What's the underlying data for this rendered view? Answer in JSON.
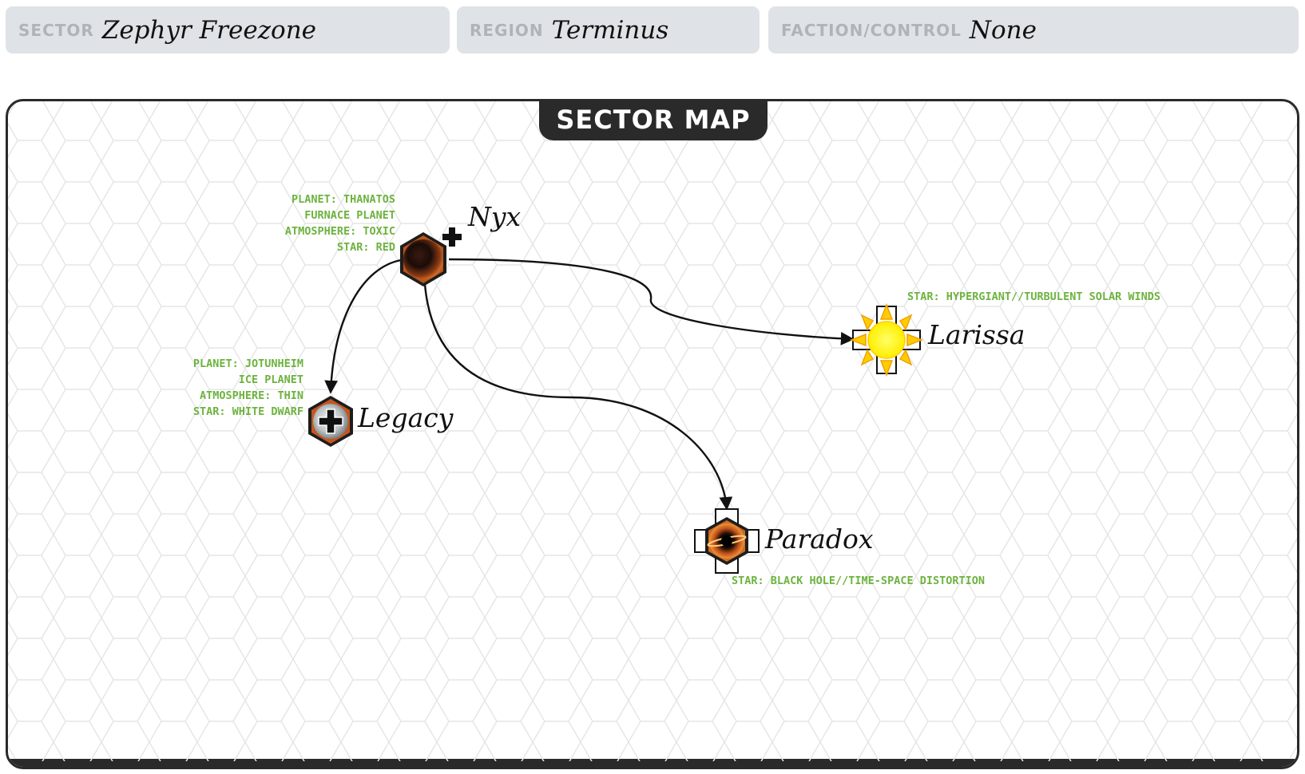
{
  "header": {
    "sector": {
      "label": "SECTOR",
      "value": "Zephyr Freezone"
    },
    "region": {
      "label": "REGION",
      "value": "Terminus"
    },
    "faction": {
      "label": "FACTION/CONTROL",
      "value": "None"
    }
  },
  "map": {
    "title": "SECTOR MAP",
    "systems": {
      "nyx": {
        "name": "Nyx",
        "icon": "red-furnace-planet-icon",
        "info": [
          "PLANET: THANATOS",
          "FURNACE PLANET",
          "ATMOSPHERE: TOXIC",
          "STAR: RED"
        ]
      },
      "legacy": {
        "name": "Legacy",
        "icon": "white-dwarf-ice-planet-icon",
        "info": [
          "PLANET: JOTUNHEIM",
          "ICE PLANET",
          "ATMOSPHERE: THIN",
          "STAR: WHITE DWARF"
        ]
      },
      "larissa": {
        "name": "Larissa",
        "icon": "hypergiant-sun-icon",
        "info": [
          "STAR: HYPERGIANT//TURBULENT SOLAR WINDS"
        ]
      },
      "paradox": {
        "name": "Paradox",
        "icon": "black-hole-icon",
        "info": [
          "STAR: BLACK HOLE//TIME-SPACE DISTORTION"
        ]
      }
    },
    "routes": [
      {
        "from": "Nyx",
        "to": "Larissa"
      },
      {
        "from": "Nyx",
        "to": "Legacy"
      },
      {
        "from": "Nyx",
        "to": "Paradox"
      }
    ],
    "colors": {
      "info_text": "#6db33f",
      "panel_border": "#2a2a2a",
      "field_bg": "#dfe2e6",
      "hex_grid": "#e6e6e6"
    }
  }
}
